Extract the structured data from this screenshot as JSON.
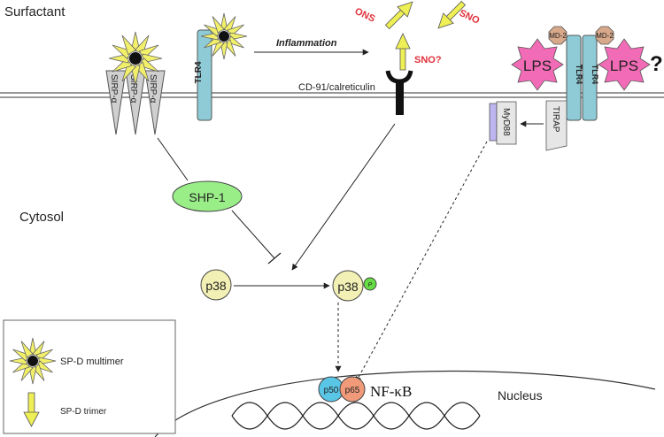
{
  "labels": {
    "surfactant": "Surfactant",
    "cytosol": "Cytosol",
    "nucleus": "Nucleus",
    "inflammation": "Inflammation",
    "membrane_receptor": "CD-91/calreticulin",
    "ons": "ONS",
    "sno": "SNO",
    "sno_q": "SNO?",
    "question": "?",
    "tlr4": "TLR4",
    "tlr4_a": "TLR4",
    "tlr4_b": "TLR4",
    "sirp1": "SIRP-α",
    "sirp2": "SIRP-α",
    "sirp3": "SIRP-α",
    "md2_a": "MD-2",
    "md2_b": "MD-2",
    "lps_a": "LPS",
    "lps_b": "LPS",
    "myd88": "MyD88",
    "tirap": "TIRAP",
    "shp1": "SHP-1",
    "p38": "p38",
    "p38_active": "p38",
    "phospho": "P",
    "p50": "p50",
    "p65": "p65",
    "nfkb": "NF-κB"
  },
  "legend": {
    "multimer": "SP-D multimer",
    "trimer": "SP-D trimer"
  },
  "colors": {
    "membrane": "#777777",
    "tlr": "#8ecbd6",
    "star": "#f2f06a",
    "arrow_fill": "#eeee55",
    "lps": "#f26bb6",
    "md2": "#d8a88a",
    "shp1": "#99ee88",
    "p38": "#f2f0b4",
    "phospho": "#66dd44",
    "p50": "#5ac6e6",
    "p65": "#f09a7a",
    "red_text": "#e0303a",
    "sirp": "#cfcfcf",
    "myd88_cap": "#bdb6f0"
  }
}
